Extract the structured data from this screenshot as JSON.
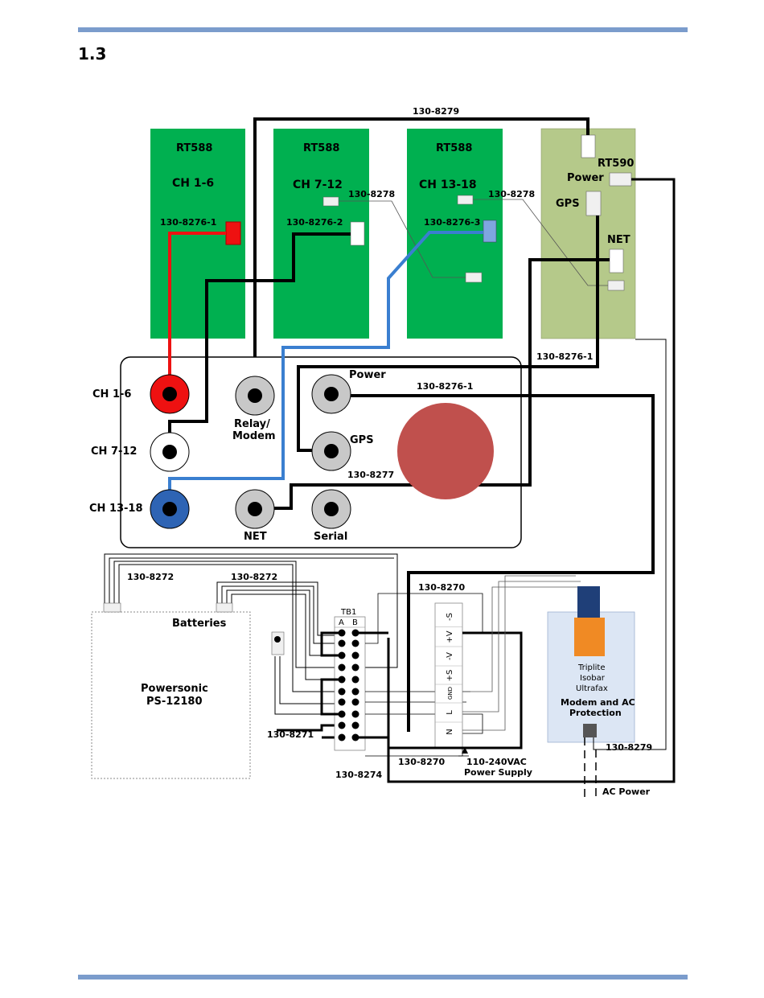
{
  "section_number": "1.3",
  "boards": [
    {
      "model": "RT588",
      "channels": "CH 1-6",
      "cable": "130-8276-1"
    },
    {
      "model": "RT588",
      "channels": "CH 7-12",
      "cable": "130-8276-2",
      "sync_cable": "130-8278"
    },
    {
      "model": "RT588",
      "channels": "CH 13-18",
      "cable": "130-8276-3",
      "sync_cable": "130-8278"
    },
    {
      "model": "RT590",
      "power": "Power",
      "gps": "GPS",
      "net": "NET"
    }
  ],
  "cables": {
    "top": "130-8279",
    "rt590_net": "130-8276-1",
    "power": "130-8276-1",
    "gps": "130-8277",
    "battery_left": "130-8272",
    "battery_right": "130-8272",
    "psu_top": "130-8270",
    "psu_bottom": "130-8270",
    "fuse": "130-8271",
    "ground": "130-8274",
    "modem": "130-8279"
  },
  "panel": {
    "ch1": "CH 1-6",
    "ch2": "CH 7-12",
    "ch3": "CH 13-18",
    "relay": "Relay/",
    "relay2": "Modem",
    "power": "Power",
    "gps": "GPS",
    "net": "NET",
    "serial": "Serial"
  },
  "battery": {
    "title": "Batteries",
    "brand": "Powersonic",
    "model": "PS-12180"
  },
  "tb1": {
    "name": "TB1",
    "col_a": "A",
    "col_b": "B"
  },
  "psu": {
    "terminals": [
      "-S",
      "+V",
      "-V",
      "+S",
      "GND",
      "L",
      "N"
    ],
    "label1": "110-240VAC",
    "label2": "Power Supply"
  },
  "protector": {
    "line1": "Triplite",
    "line2": "Isobar",
    "line3": "Ultrafax",
    "title1": "Modem and AC",
    "title2": "Protection"
  },
  "ac_power": "AC Power",
  "colors": {
    "board_green": "#00b050",
    "rt590_green": "#b5c98a",
    "red": "#ee1111",
    "blue": "#2e64b4",
    "wire_blue": "#3a7fd0",
    "big_disk": "#c0504d",
    "orange": "#f08a24",
    "navy": "#1f3f78",
    "protector_bg": "#dce6f4",
    "rule": "#7b9ccc"
  }
}
